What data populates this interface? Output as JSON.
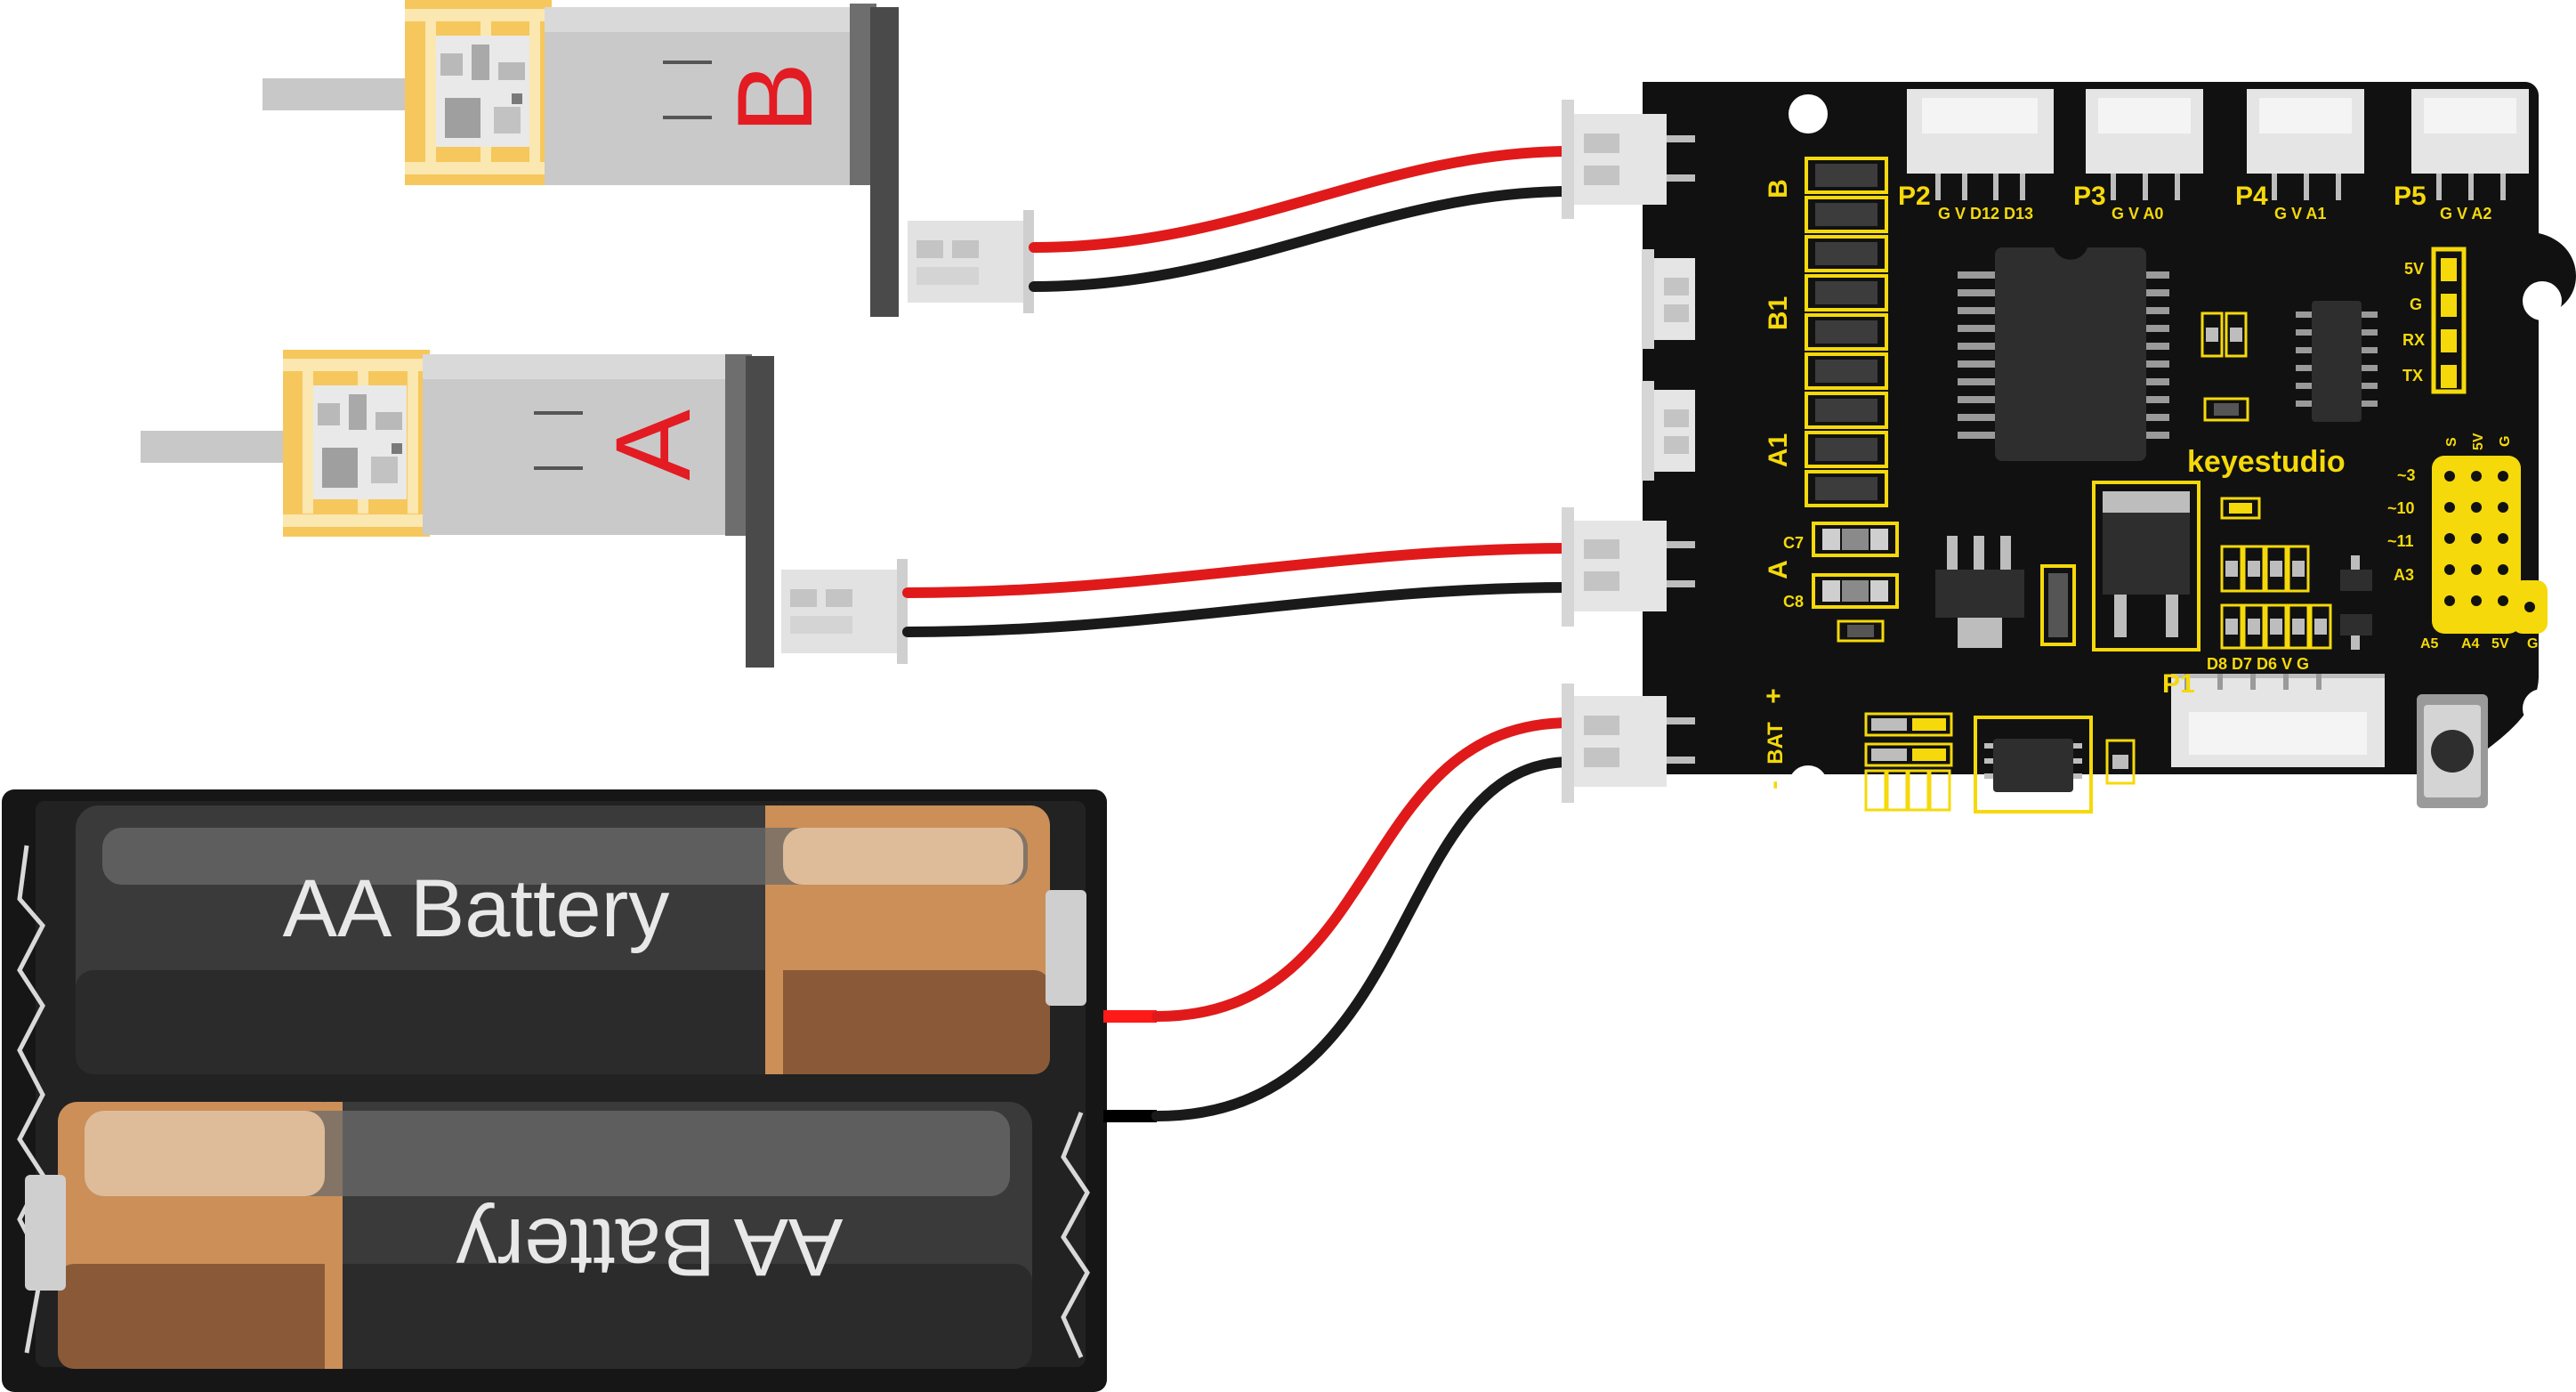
{
  "motors": {
    "b": {
      "label": "B"
    },
    "a": {
      "label": "A"
    }
  },
  "batteries": {
    "top": {
      "label": "AA Battery"
    },
    "bottom": {
      "label": "AA Battery"
    }
  },
  "board": {
    "brand": "keyestudio",
    "ports": {
      "b": "B",
      "b1": "B1",
      "a1": "A1",
      "a": "A",
      "bat": "BAT",
      "plus": "+",
      "minus": "-"
    },
    "caps": {
      "c7": "C7",
      "c8": "C8"
    },
    "headers": {
      "p2": {
        "name": "P2",
        "pins": "G V D12 D13"
      },
      "p3": {
        "name": "P3",
        "pins": "G V A0"
      },
      "p4": {
        "name": "P4",
        "pins": "G V A1"
      },
      "p5": {
        "name": "P5",
        "pins": "G V A2"
      },
      "p1": {
        "name": "P1",
        "pins": "D8 D7 D6 V G"
      }
    },
    "serial": {
      "v5": "5V",
      "g": "G",
      "rx": "RX",
      "tx": "TX"
    },
    "io_grid": {
      "top": {
        "s": "S",
        "v5": "5V",
        "g": "G"
      },
      "left": {
        "p3": "~3",
        "p10": "~10",
        "p11": "~11",
        "a3": "A3"
      },
      "bottom": {
        "a5": "A5",
        "a4": "A4",
        "v5": "5V",
        "g": "G"
      }
    }
  },
  "colors": {
    "board": "#111111",
    "silkscreen": "#f5d90a",
    "wire_red": "#e01a1a",
    "wire_black": "#1a1a1a",
    "motor_body": "#c9c9c9",
    "gearbox": "#f6c75c",
    "battery_copper": "#cc8f58",
    "battery_body": "#3a3a3a"
  }
}
